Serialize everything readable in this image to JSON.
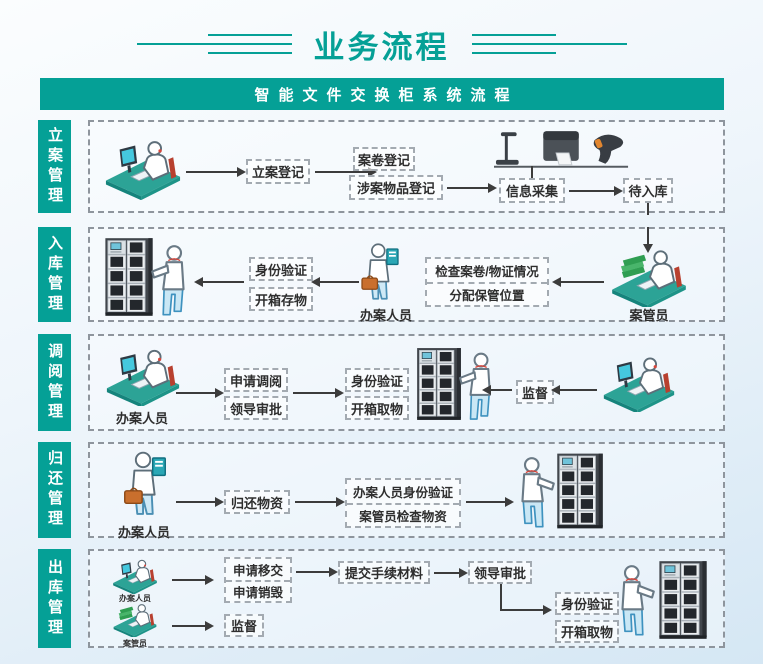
{
  "header": {
    "title": "业务流程",
    "banner": "智能文件交换柜系统流程"
  },
  "colors": {
    "teal": "#05a096",
    "arrow": "#3c3c3c",
    "text": "#2e2e2e"
  },
  "rows": [
    {
      "tab": "立案管理",
      "nodes": {
        "filing": "立案登记",
        "case_register": "案卷登记",
        "item_register": "涉案物品登记",
        "collect": "信息采集",
        "pending": "待入库"
      },
      "icons": [
        "officer-desk-icon",
        "capture-devices-icon"
      ]
    },
    {
      "tab": "入库管理",
      "nodes": {
        "verify": "身份验证",
        "store": "开箱存物",
        "check": "检查案卷/物证情况",
        "assign": "分配保管位置"
      },
      "labels": {
        "handler": "办案人员",
        "manager": "案管员"
      },
      "icons": [
        "cabinet-icon",
        "person-reach-icon",
        "person-with-box-icon",
        "officer-desk-icon"
      ]
    },
    {
      "tab": "调阅管理",
      "nodes": {
        "apply": "申请调阅",
        "approve": "领导审批",
        "verify": "身份验证",
        "take": "开箱取物",
        "supervise": "监督"
      },
      "labels": {
        "handler": "办案人员"
      },
      "icons": [
        "officer-desk-icon",
        "cabinet-icon",
        "person-reach-icon",
        "officer-desk-icon"
      ]
    },
    {
      "tab": "归还管理",
      "nodes": {
        "return_goods": "归还物资",
        "verify": "办案人员身份验证",
        "check": "案管员检查物资"
      },
      "labels": {
        "handler": "办案人员"
      },
      "icons": [
        "person-with-box-icon",
        "person-reach-icon",
        "cabinet-icon"
      ]
    },
    {
      "tab": "出库管理",
      "nodes": {
        "transfer": "申请移交",
        "destroy": "申请销毁",
        "materials": "提交手续材料",
        "approve": "领导审批",
        "verify": "身份验证",
        "take": "开箱取物",
        "supervise": "监督"
      },
      "labels": {
        "handler": "办案人员",
        "manager": "案管员"
      },
      "icons": [
        "officer-desk-icon",
        "manager-desk-icon",
        "person-reach-icon",
        "cabinet-icon"
      ]
    }
  ]
}
